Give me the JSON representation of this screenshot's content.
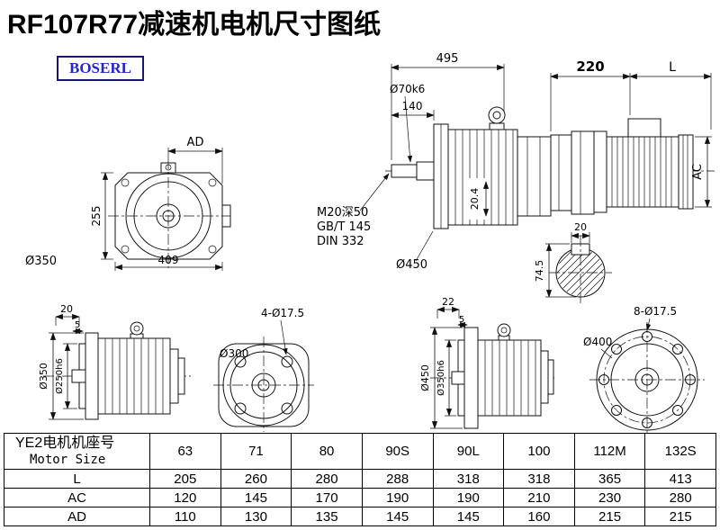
{
  "page": {
    "title": "RF107R77减速机电机尺寸图纸",
    "logo": "BOSERL"
  },
  "views": {
    "front": {
      "ad": "AD",
      "height": "255",
      "width": "409",
      "flange": "Ø350"
    },
    "side": {
      "total_len": "495",
      "shaft_len": "140",
      "shaft_dia": "Ø70k6",
      "adapter_len": "220",
      "motor_len": "L",
      "motor_dia": "AC",
      "step": "20.4",
      "note1": "M20深50",
      "note2": "GB/T 145",
      "note3": "DIN 332",
      "flange": "Ø450",
      "key_w": "20",
      "key_h": "74.5"
    },
    "flange_small_side": {
      "t": "20",
      "s": "5",
      "od": "Ø350",
      "spigot": "Ø250h6"
    },
    "flange_small_front": {
      "bc": "Ø300",
      "holes": "4-Ø17.5"
    },
    "flange_large_side": {
      "t": "22",
      "s": "5",
      "od": "Ø450",
      "spigot": "Ø350h6"
    },
    "flange_large_front": {
      "bc": "Ø400",
      "holes": "8-Ø17.5"
    }
  },
  "table": {
    "header": {
      "line1": "YE2电机机座号",
      "line2": "Motor Size"
    },
    "sizes": [
      "63",
      "71",
      "80",
      "90S",
      "90L",
      "100",
      "112M",
      "132S"
    ],
    "rows": [
      {
        "label": "L",
        "values": [
          "205",
          "260",
          "280",
          "288",
          "318",
          "318",
          "365",
          "413"
        ]
      },
      {
        "label": "AC",
        "values": [
          "120",
          "145",
          "170",
          "190",
          "190",
          "210",
          "230",
          "280"
        ]
      },
      {
        "label": "AD",
        "values": [
          "110",
          "130",
          "135",
          "145",
          "145",
          "160",
          "215",
          "215"
        ]
      }
    ]
  }
}
